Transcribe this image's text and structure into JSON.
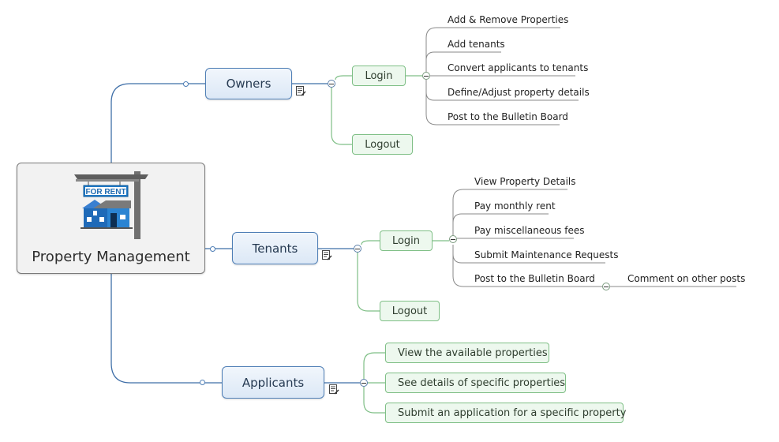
{
  "central": {
    "title": "Property Management",
    "sign_text": "FOR RENT"
  },
  "branches": {
    "owners": {
      "label": "Owners",
      "login": "Login",
      "logout": "Logout",
      "actions": [
        "Add & Remove Properties",
        "Add tenants",
        "Convert applicants to tenants",
        "Define/Adjust property details",
        "Post to the Bulletin Board"
      ]
    },
    "tenants": {
      "label": "Tenants",
      "login": "Login",
      "logout": "Logout",
      "actions": [
        "View Property Details",
        "Pay monthly rent",
        "Pay miscellaneous fees",
        "Submit Maintenance Requests",
        "Post to the Bulletin Board"
      ],
      "sub_action": "Comment on other posts"
    },
    "applicants": {
      "label": "Applicants",
      "actions": [
        "View the available properties",
        "See details of specific properties",
        "Submit an application for a specific property"
      ]
    }
  },
  "colors": {
    "main_line": "#3f6fa8",
    "sub_line": "#7fbf86",
    "leaf_line": "#8a8a8a"
  }
}
